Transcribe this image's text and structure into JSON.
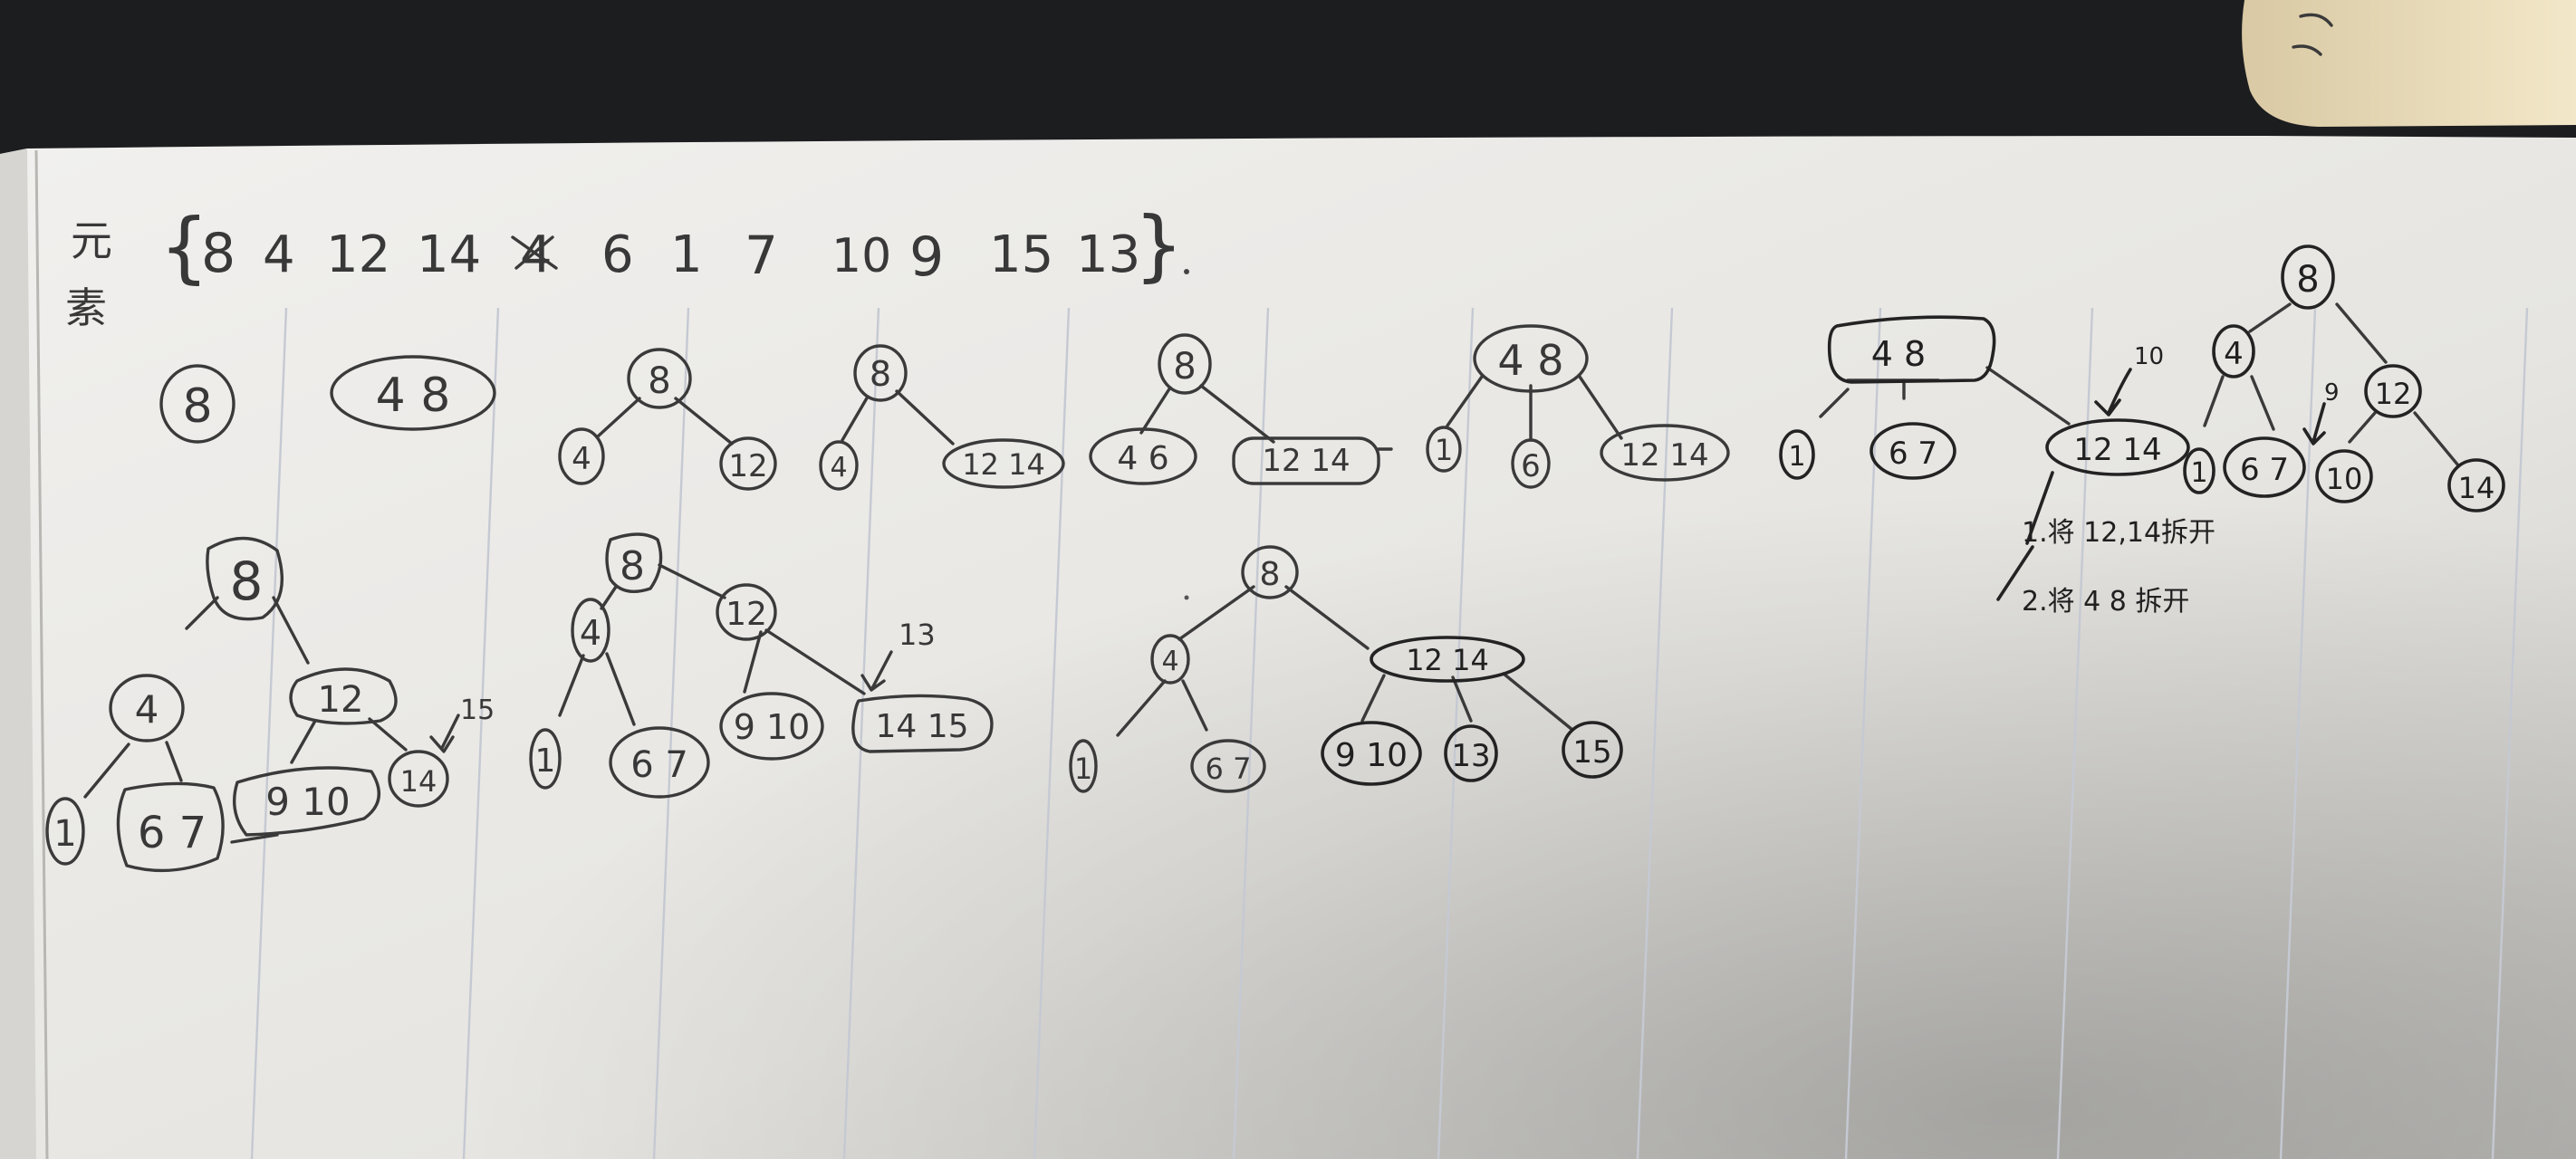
{
  "sequence": {
    "label": "元素",
    "items": [
      "8",
      "4",
      "12",
      "14",
      "4",
      "6",
      "1",
      "7",
      "10",
      "9",
      "15",
      "13"
    ]
  },
  "steps": [
    {
      "nodes": [
        "8"
      ]
    },
    {
      "nodes": [
        "4 8"
      ]
    },
    {
      "nodes": [
        "8",
        "4",
        "12"
      ]
    },
    {
      "nodes": [
        "8",
        "4",
        "12 14"
      ]
    },
    {
      "nodes": [
        "8",
        "4 6",
        "12 14"
      ]
    },
    {
      "nodes": [
        "4 8",
        "1",
        "6",
        "12 14"
      ]
    },
    {
      "nodes": [
        "4 8",
        "1",
        "6 7",
        "12 14"
      ],
      "insert_label": "10"
    },
    {
      "nodes": [
        "8",
        "4",
        "12",
        "1",
        "6 7",
        "10",
        "14"
      ],
      "insert_label": "9"
    },
    {
      "nodes": [
        "8",
        "4",
        "12",
        "1",
        "6 7",
        "9 10",
        "14"
      ],
      "insert_label": "15"
    },
    {
      "nodes": [
        "8",
        "4",
        "12",
        "1",
        "6 7",
        "9 10",
        "14 15"
      ],
      "insert_label": "13"
    },
    {
      "nodes": [
        "8",
        "4",
        "12 14",
        "1",
        "6 7",
        "9 10",
        "13",
        "15"
      ]
    }
  ],
  "notes": [
    "1.将 12,14拆开",
    "2.将 4 8 拆开"
  ],
  "colors": {
    "paper": "#e9e7e2",
    "ink": "#3a3a3a",
    "line": "#c9ccd3",
    "background": "#1c1d1f"
  }
}
